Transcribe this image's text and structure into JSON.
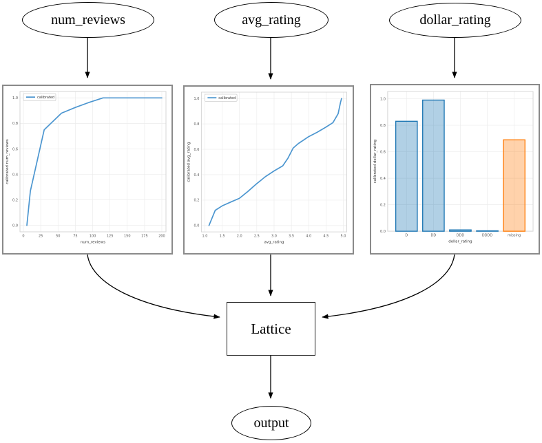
{
  "diagram": {
    "nodes": {
      "num_reviews": "num_reviews",
      "avg_rating": "avg_rating",
      "dollar_rating": "dollar_rating",
      "lattice": "Lattice",
      "output": "output"
    },
    "edge_color": "#000000"
  },
  "chart_data": [
    {
      "type": "line",
      "title": "",
      "xlabel": "num_reviews",
      "ylabel": "calibrated num_reviews",
      "legend": [
        "calibrated"
      ],
      "legend_position": "upper left",
      "grid": true,
      "line_color": "#4c96d0",
      "xlim": [
        -5,
        206
      ],
      "ylim": [
        -0.05,
        1.05
      ],
      "xticks": [
        0,
        25,
        50,
        75,
        100,
        125,
        150,
        175,
        200
      ],
      "xtick_labels": [
        "0",
        "25",
        "50",
        "75",
        "100",
        "125",
        "150",
        "175",
        "200"
      ],
      "yticks": [
        0.0,
        0.2,
        0.4,
        0.6,
        0.8,
        1.0
      ],
      "ytick_labels": [
        "0.0",
        "0.2",
        "0.4",
        "0.6",
        "0.8",
        "1.0"
      ],
      "points": [
        [
          5,
          0.0
        ],
        [
          10,
          0.27
        ],
        [
          30,
          0.75
        ],
        [
          55,
          0.88
        ],
        [
          75,
          0.925
        ],
        [
          95,
          0.965
        ],
        [
          115,
          1.0
        ],
        [
          200,
          1.0
        ]
      ]
    },
    {
      "type": "line",
      "title": "",
      "xlabel": "avg_rating",
      "ylabel": "calibrated avg_rating",
      "legend": [
        "calibrated"
      ],
      "legend_position": "upper left",
      "grid": true,
      "line_color": "#4c96d0",
      "xlim": [
        0.9,
        5.1
      ],
      "ylim": [
        -0.05,
        1.05
      ],
      "xticks": [
        1.0,
        1.5,
        2.0,
        2.5,
        3.0,
        3.5,
        4.0,
        4.5,
        5.0
      ],
      "xtick_labels": [
        "1.0",
        "1.5",
        "2.0",
        "2.5",
        "3.0",
        "3.5",
        "4.0",
        "4.5",
        "5.0"
      ],
      "yticks": [
        0.0,
        0.2,
        0.4,
        0.6,
        0.8,
        1.0
      ],
      "ytick_labels": [
        "0.0",
        "0.2",
        "0.4",
        "0.6",
        "0.8",
        "1.0"
      ],
      "points": [
        [
          1.12,
          0.0
        ],
        [
          1.3,
          0.12
        ],
        [
          1.5,
          0.155
        ],
        [
          1.75,
          0.185
        ],
        [
          2.0,
          0.215
        ],
        [
          2.25,
          0.27
        ],
        [
          2.5,
          0.33
        ],
        [
          2.75,
          0.385
        ],
        [
          3.0,
          0.43
        ],
        [
          3.25,
          0.47
        ],
        [
          3.4,
          0.53
        ],
        [
          3.55,
          0.61
        ],
        [
          3.7,
          0.645
        ],
        [
          4.0,
          0.7
        ],
        [
          4.25,
          0.735
        ],
        [
          4.5,
          0.775
        ],
        [
          4.7,
          0.81
        ],
        [
          4.85,
          0.88
        ],
        [
          4.92,
          0.97
        ],
        [
          4.95,
          1.0
        ]
      ]
    },
    {
      "type": "bar",
      "title": "",
      "xlabel": "dollar_rating",
      "ylabel": "calibrated dollar_rating",
      "grid": true,
      "categories": [
        "D",
        "DD",
        "DDD",
        "DDDD",
        "missing"
      ],
      "values": [
        0.83,
        0.99,
        0.01,
        0.003,
        0.69
      ],
      "bar_fill": [
        "rgba(31,119,180,0.35)",
        "rgba(31,119,180,0.35)",
        "rgba(31,119,180,0.35)",
        "rgba(31,119,180,0.35)",
        "rgba(255,127,14,0.35)"
      ],
      "bar_edge": [
        "#1f77b4",
        "#1f77b4",
        "#1f77b4",
        "#1f77b4",
        "#ff7f0e"
      ],
      "bar_width": 0.8,
      "xlim": [
        -0.7,
        4.7
      ],
      "ylim": [
        0,
        1.055
      ],
      "xticks": [
        0,
        1,
        2,
        3,
        4
      ],
      "xtick_labels": [
        "D",
        "DD",
        "DDD",
        "DDDD",
        "missing"
      ],
      "yticks": [
        0.0,
        0.2,
        0.4,
        0.6,
        0.8,
        1.0
      ],
      "ytick_labels": [
        "0.0",
        "0.2",
        "0.4",
        "0.6",
        "0.8",
        "1.0"
      ]
    }
  ]
}
